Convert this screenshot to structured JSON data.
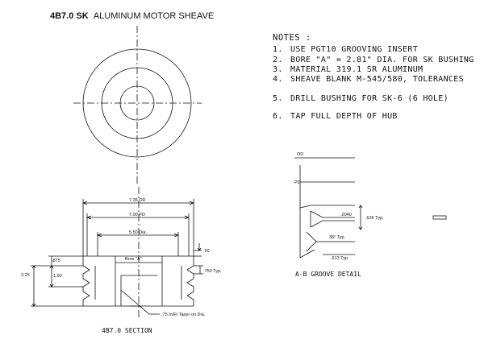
{
  "title": {
    "bold": "4B7.0 SK",
    "rest": "ALUMINUM MOTOR SHEAVE"
  },
  "notes": {
    "heading": "NOTES :",
    "items": [
      {
        "num": "1.",
        "text": "USE PGT10 GROOVING INSERT"
      },
      {
        "num": "2.",
        "text": "BORE \"A\" = 2.81\" DIA. FOR SK BUSHING"
      },
      {
        "num": "3.",
        "text": "MATERIAL 319.1 SR ALUMINUM"
      },
      {
        "num": "4.",
        "text": "SHEAVE BLANK M-545/580, TOLERANCES"
      },
      {
        "num": "5.",
        "text": "DRILL BUSHING FOR SK-6 (6 HOLE)"
      },
      {
        "num": "6.",
        "text": "TAP FULL DEPTH OF HUB"
      }
    ]
  },
  "section": {
    "dim_od": "7.35 OD",
    "dim_pd": "7.00 PD",
    "dim_dia": "5.50 Dia.",
    "dim_50": ".50",
    "dim_875": ".875",
    "dim_150": "1.50",
    "dim_325": "3.25",
    "dim_750": ".750 Typ.",
    "bore": "Bore \"A\"",
    "taper": ".75 In/Ft Taper on Dia.",
    "caption": "4B7.0    SECTION"
  },
  "groove": {
    "od": "OD",
    "pd": "PD",
    "dim_2040": ".2040",
    "dim_626": ".626 Typ.",
    "angle": "38° Typ.",
    "dim_613": ".613 Typ.",
    "caption": "A-B GROOVE DETAIL"
  }
}
